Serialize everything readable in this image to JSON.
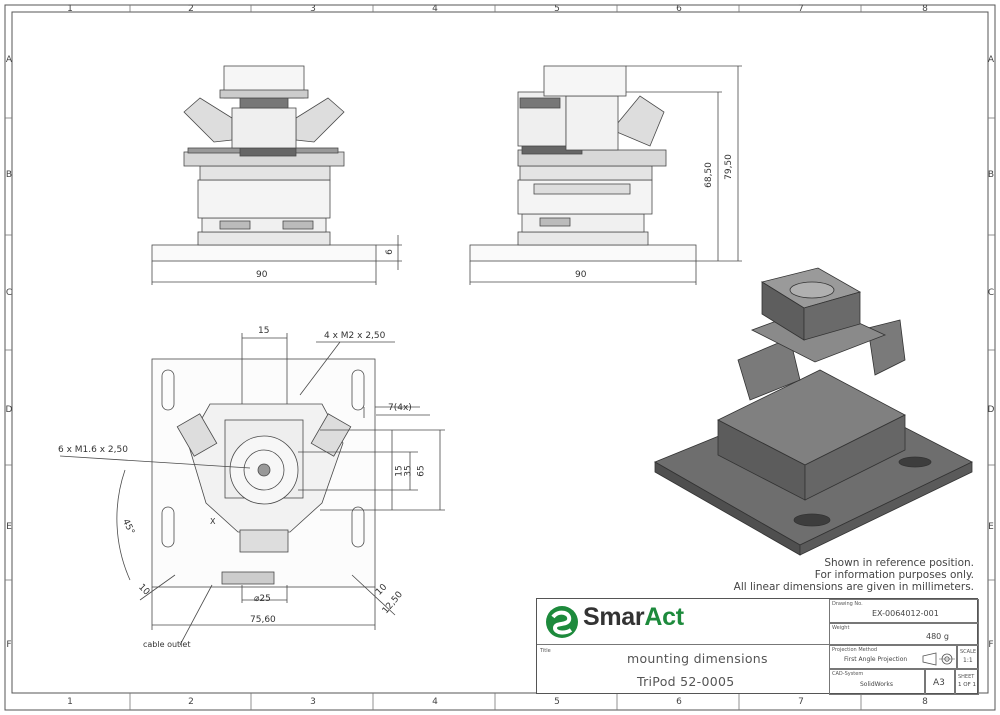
{
  "sheet": {
    "cols": [
      "1",
      "2",
      "3",
      "4",
      "5",
      "6",
      "7",
      "8"
    ],
    "rows": [
      "A",
      "B",
      "C",
      "D",
      "E",
      "F"
    ]
  },
  "dims": {
    "front_width": "90",
    "front_base": "6",
    "side_width": "90",
    "side_h1": "68,50",
    "side_h2": "79,50",
    "top_15": "15",
    "top_holes_m2": "4 x M2 x 2,50",
    "top_7": "7(4x)",
    "top_holes_m16": "6 x M1.6 x 2,50",
    "top_v15": "15",
    "top_v35": "35",
    "top_v65": "65",
    "angle": "45°",
    "top_10a": "10",
    "top_10b": "10",
    "top_1250": "12,50",
    "diameter": "⌀25",
    "width_7560": "75,60",
    "cable": "cable outlet",
    "axis_x": "X"
  },
  "note": {
    "line1": "Shown in reference position.",
    "line2": "For information purposes only.",
    "line3": "All linear dimensions are given in millimeters."
  },
  "title_block": {
    "brand_smar": "Smar",
    "brand_act": "Act",
    "title_label": "Title",
    "title_line1": "mounting dimensions",
    "title_line2": "TriPod 52-0005",
    "drawing_label": "Drawing No.",
    "drawing_no": "EX-0064012-001",
    "weight_label": "Weight",
    "weight": "480 g",
    "projection_label": "Projection Method",
    "projection": "First Angle Projection",
    "scale_label": "SCALE",
    "scale": "1:1",
    "cad_label": "CAD-System",
    "cad": "SolidWorks",
    "format": "A3",
    "sheet_label": "SHEET",
    "sheet": "1 OF 1"
  },
  "colors": {
    "line": "#4a4a4a",
    "brand_green": "#1d8a3c",
    "part_gray": "#6e6e6e"
  }
}
